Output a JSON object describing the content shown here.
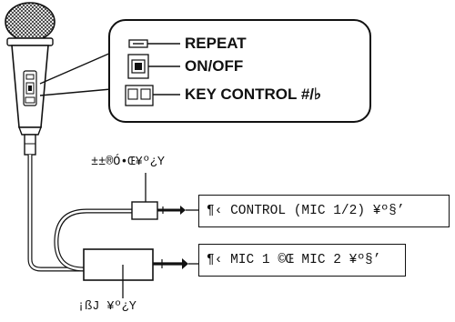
{
  "callout": {
    "repeat_label": "REPEAT",
    "onoff_label": "ON/OFF",
    "key_control_label": "KEY CONTROL #/♭"
  },
  "plugs": {
    "upper_plug_label": "±±®Ó•Œ¥º¿Y",
    "lower_plug_label": "¡ßJ ¥º¿Y"
  },
  "connectors": {
    "control_box": "¶‹ CONTROL (MIC 1/2) ¥º§’",
    "mic_box": "¶‹ MIC 1 ©Œ MIC 2 ¥º§’"
  },
  "colors": {
    "ink": "#111111",
    "paper": "#ffffff"
  }
}
